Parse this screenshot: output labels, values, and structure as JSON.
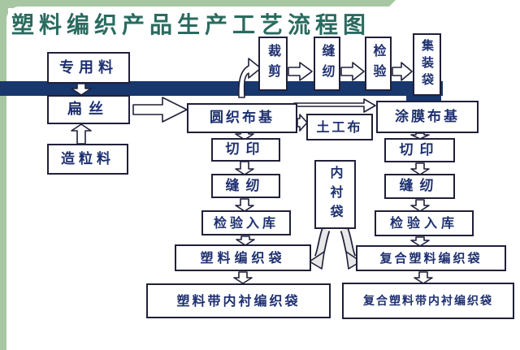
{
  "title": "塑料编织产品生产工艺流程图",
  "nodes": {
    "special_material": "专用料",
    "flat_yarn": "扁丝",
    "granule_material": "造粒料",
    "cutting": "裁剪",
    "sewing_top": "缝纫",
    "inspection_top": "检验",
    "container_bag": "集装袋",
    "circular_woven_base": "圆织布基",
    "geotextile": "土工布",
    "coated_film_base": "涂膜布基",
    "cut_print_left": "切印",
    "sewing_left": "缝纫",
    "inspection_storage_left": "检验入库",
    "plastic_woven_bag": "塑料编织袋",
    "plastic_lined_woven_bag": "塑料带内衬编织袋",
    "cut_print_right": "切印",
    "sewing_right": "缝纫",
    "inspection_storage_right": "检验入库",
    "composite_woven_bag": "复合塑料编织袋",
    "composite_lined_woven_bag": "复合塑料带内衬编织袋",
    "liner_bag": "内衬袋"
  },
  "colors": {
    "background": "#ffffff",
    "frame_green": "#a7c7a2",
    "title_text": "#2a6b5f",
    "band_navy": "#17376d",
    "box_border": "#20203a",
    "box_text": "#1e3070",
    "arrow_fill": "#ffffff",
    "curl_fill": "#e8e8e8"
  }
}
